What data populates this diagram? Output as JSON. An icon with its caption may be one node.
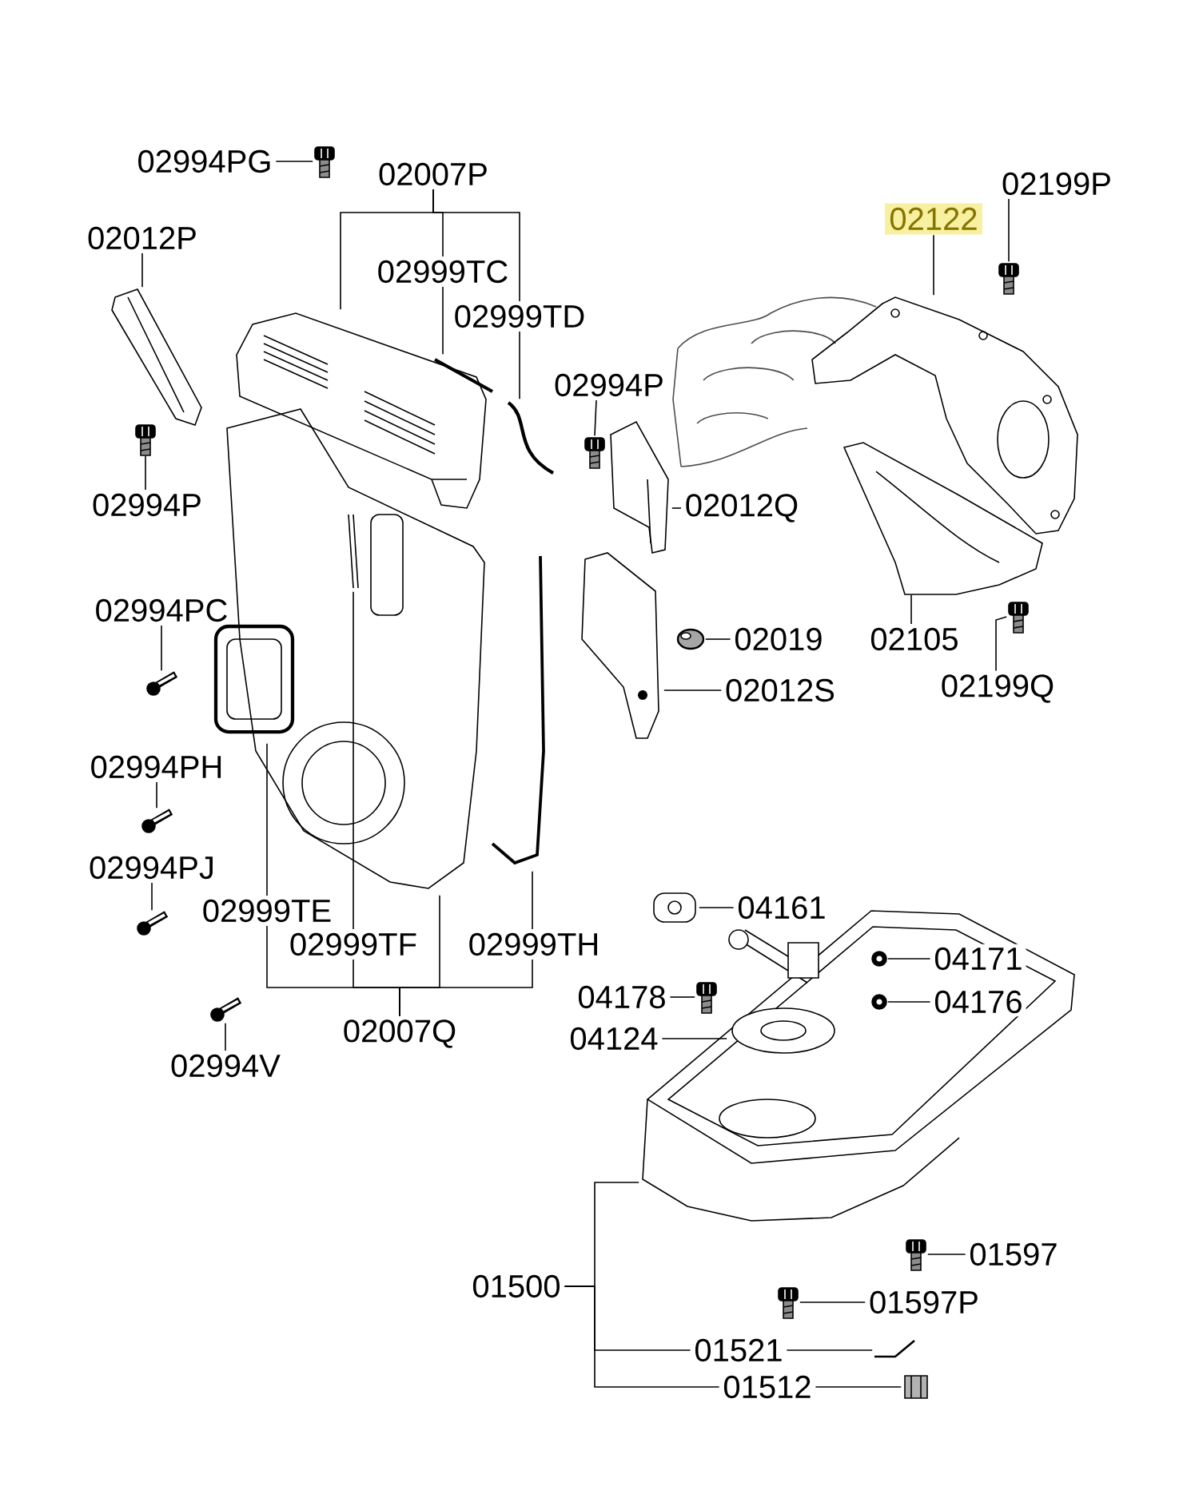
{
  "diagram": {
    "nodes": [
      {
        "text": [
          "02994PG"
        ]
      },
      {
        "text": [
          "02007P"
        ]
      },
      {
        "text": [
          "02012P"
        ]
      },
      {
        "text": [
          "02199P"
        ]
      },
      {
        "text": [
          "02122"
        ]
      },
      {
        "text": [
          "02999TC"
        ]
      },
      {
        "text": [
          "02999TD"
        ]
      },
      {
        "text": [
          "02994P"
        ]
      },
      {
        "text": [
          "02994P"
        ]
      },
      {
        "text": [
          "02012Q"
        ]
      },
      {
        "text": [
          "02994PC"
        ]
      },
      {
        "text": [
          "02019"
        ]
      },
      {
        "text": [
          "02105"
        ]
      },
      {
        "text": [
          "02012S"
        ]
      },
      {
        "text": [
          "02199Q"
        ]
      },
      {
        "text": [
          "02994PH"
        ]
      },
      {
        "text": [
          "02994PJ"
        ]
      },
      {
        "text": [
          "02999TE"
        ]
      },
      {
        "text": [
          "02999TF"
        ]
      },
      {
        "text": [
          "02999TH"
        ]
      },
      {
        "text": [
          "04161"
        ]
      },
      {
        "text": [],
        "shape": "picture"
      },
      {
        "text": [
          "04171"
        ],
        "in": 21
      },
      {
        "text": [
          "04178"
        ]
      },
      {
        "text": [
          "04176"
        ],
        "in": 21
      },
      {
        "text": [
          "04124"
        ]
      },
      {
        "text": [
          "02007Q"
        ]
      },
      {
        "text": [
          "02994V"
        ]
      },
      {
        "text": [
          "01597"
        ]
      },
      {
        "text": [
          "01500"
        ]
      },
      {
        "text": [
          "01597P"
        ]
      },
      {
        "text": [
          "01521"
        ]
      },
      {
        "text": [
          "01512"
        ]
      },
      {
        "text": [],
        "shape": "picture"
      },
      {
        "text": [],
        "shape": "picture"
      },
      {
        "text": [],
        "shape": "picture"
      },
      {
        "text": [],
        "shape": "picture"
      },
      {
        "text": [],
        "shape": "picture"
      },
      {
        "text": [],
        "shape": "picture"
      },
      {
        "text": [],
        "shape": "picture"
      },
      {
        "text": [],
        "shape": "picture"
      },
      {
        "text": [],
        "shape": "picture"
      },
      {
        "text": [],
        "shape": "picture"
      },
      {
        "text": [],
        "shape": "picture"
      },
      {
        "text": [],
        "shape": "picture"
      },
      {
        "text": [],
        "shape": "picture"
      },
      {
        "text": [],
        "shape": "picture"
      },
      {
        "text": [],
        "shape": "picture"
      },
      {
        "text": [],
        "shape": "picture"
      },
      {
        "text": [],
        "shape": "picture",
        "in": 48
      },
      {
        "text": [],
        "shape": "picture"
      },
      {
        "text": [],
        "shape": "picture"
      },
      {
        "text": [],
        "shape": "picture"
      },
      {
        "text": [],
        "shape": "picture"
      },
      {
        "text": [],
        "shape": "picture"
      },
      {
        "text": [],
        "shape": "picture"
      },
      {
        "text": [],
        "shape": "picture",
        "in": 21
      },
      {
        "text": [],
        "shape": "picture",
        "in": 21
      },
      {
        "text": [],
        "shape": "picture",
        "in": 21
      },
      {
        "text": [],
        "shape": "picture",
        "in": 21
      },
      {
        "text": [],
        "shape": "picture"
      },
      {
        "text": [],
        "shape": "picture"
      },
      {
        "text": [],
        "shape": "picture"
      },
      {
        "text": [],
        "shape": "picture"
      }
    ],
    "edges": [
      {
        "from": 0,
        "to": 33,
        "arrow": "none"
      },
      {
        "from": 1,
        "to": 34,
        "arrow": "none"
      },
      {
        "from": 1,
        "to": 5,
        "arrow": "none"
      },
      {
        "from": 1,
        "to": 6,
        "arrow": "none"
      },
      {
        "from": 2,
        "to": 35,
        "arrow": "none"
      },
      {
        "from": 3,
        "to": 37,
        "arrow": "none"
      },
      {
        "from": 4,
        "to": 38,
        "arrow": "none"
      },
      {
        "from": 5,
        "to": 39,
        "arrow": "none"
      },
      {
        "from": 6,
        "to": 40,
        "arrow": "none"
      },
      {
        "from": 7,
        "to": 41,
        "arrow": "none"
      },
      {
        "from": 8,
        "to": 36,
        "arrow": "none"
      },
      {
        "from": 9,
        "to": 42,
        "arrow": "none"
      },
      {
        "from": 10,
        "to": 43,
        "arrow": "none"
      },
      {
        "from": 11,
        "to": 44,
        "arrow": "none"
      },
      {
        "from": 12,
        "to": 45,
        "arrow": "none"
      },
      {
        "from": 13,
        "to": 46,
        "arrow": "none"
      },
      {
        "from": 14,
        "to": 47,
        "arrow": "none"
      },
      {
        "from": 15,
        "to": 52,
        "arrow": "none"
      },
      {
        "from": 16,
        "to": 53,
        "arrow": "none"
      },
      {
        "from": 26,
        "to": 17,
        "arrow": "none"
      },
      {
        "from": 26,
        "to": 18,
        "arrow": "none"
      },
      {
        "from": 26,
        "to": 48,
        "arrow": "none"
      },
      {
        "from": 26,
        "to": 19,
        "arrow": "none"
      },
      {
        "from": 17,
        "to": 50,
        "arrow": "none"
      },
      {
        "from": 18,
        "to": 49,
        "arrow": "none"
      },
      {
        "from": 19,
        "to": 51,
        "arrow": "none"
      },
      {
        "from": 20,
        "to": 55,
        "arrow": "none"
      },
      {
        "from": 22,
        "to": 56,
        "arrow": "none"
      },
      {
        "from": 23,
        "to": 57,
        "arrow": "none"
      },
      {
        "from": 24,
        "to": 58,
        "arrow": "none"
      },
      {
        "from": 25,
        "to": 59,
        "arrow": "none"
      },
      {
        "from": 27,
        "to": 54,
        "arrow": "none"
      },
      {
        "from": 28,
        "to": 60,
        "arrow": "none"
      },
      {
        "from": 29,
        "to": 21,
        "arrow": "none"
      },
      {
        "from": 29,
        "to": 31,
        "arrow": "none"
      },
      {
        "from": 29,
        "to": 32,
        "arrow": "none"
      },
      {
        "from": 30,
        "to": 61,
        "arrow": "none"
      },
      {
        "from": 31,
        "to": 62,
        "arrow": "none"
      },
      {
        "from": 32,
        "to": 63,
        "arrow": "none"
      }
    ]
  }
}
